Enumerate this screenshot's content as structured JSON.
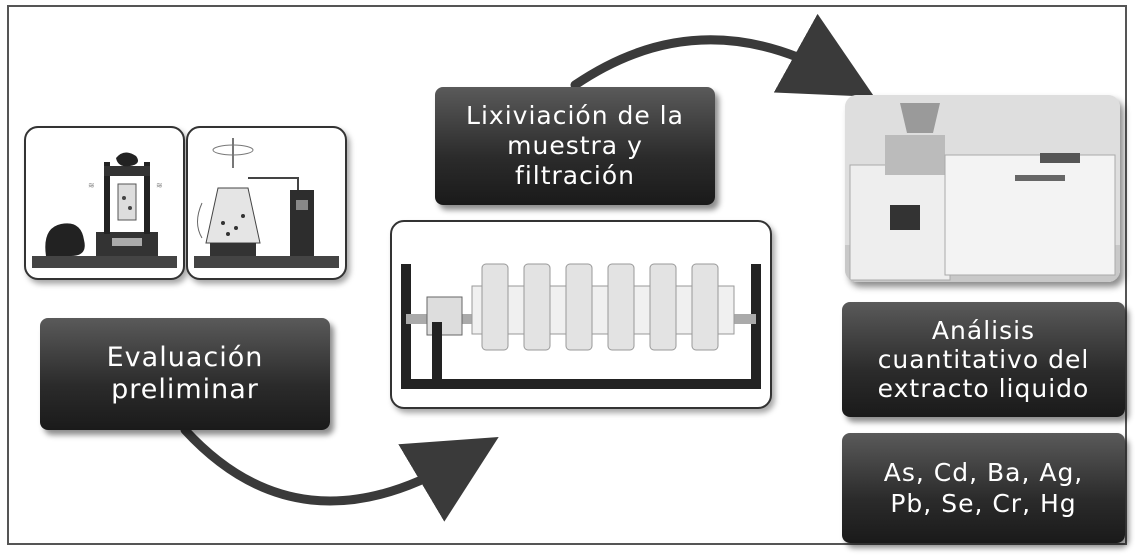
{
  "step_lixiviacion": {
    "line1": "Lixiviación de la",
    "line2": "muestra y",
    "line3": "filtración"
  },
  "step_evaluacion": {
    "line1": "Evaluación",
    "line2": "preliminar"
  },
  "step_analisis": {
    "line1": "Análisis",
    "line2": "cuantitativo del",
    "line3": "extracto liquido"
  },
  "step_elementos": {
    "line1": "As, Cd, Ba, Ag,",
    "line2": "Pb, Se, Cr, Hg"
  },
  "illustrations": {
    "compaction_press": "compaction-press-icon",
    "stirred_flask": "stirred-flask-icon",
    "rotary_agitator": "rotary-agitator-icon",
    "spectrometer": "icp-spectrometer-photo"
  },
  "colors": {
    "box_dark": "#2b2b2b",
    "box_light": "#5a5a5a",
    "arrow": "#3a3a3a"
  }
}
